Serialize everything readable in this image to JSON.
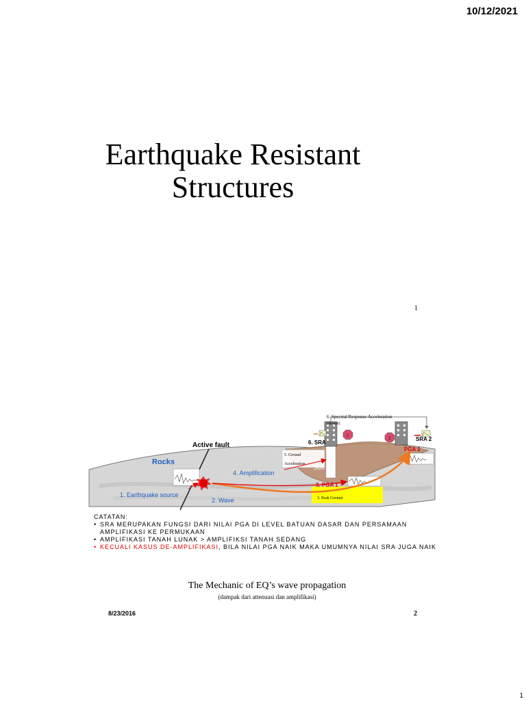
{
  "header": {
    "date": "10/12/2021"
  },
  "slide1": {
    "title_line1": "Earthquake Resistant",
    "title_line2": "Structures",
    "page_number": "1"
  },
  "slide2": {
    "diagram": {
      "labels": {
        "active_fault": "Active fault",
        "rocks": "Rocks",
        "earthquake_source": "1. Earthquake source",
        "wave": "2. Wave",
        "pga1": "3. PGA 1",
        "peak_ground": "3. Peak Ground",
        "amplification": "4. Amplification",
        "ground_accel_1": "5. Ground",
        "ground_accel_2": "Acceleration",
        "soft": "Soft",
        "sra_title_1": "6. Spectral Response Acceleration",
        "sra_title_2": "(desain)",
        "sra6": "6. SRA",
        "sra2": "SRA 2",
        "pga2": "PGA 2",
        "circle1": "1",
        "circle2": "2"
      },
      "colors": {
        "blue_label": "#1f5fbf",
        "red_label": "#e00000",
        "orange_arrow": "#f07820",
        "soft_soil": "#b88a6a",
        "yellow_box": "#ffff00",
        "rock_gray": "#d6d6d6"
      }
    },
    "notes": {
      "heading": "CATATAN:",
      "bullet": "•",
      "item1": "SRA MERUPAKAN FUNGSI DARI NILAI PGA DI LEVEL BATUAN DASAR DAN PERSAMAAN AMPLIFIKASI KE PERMUKAAN",
      "item2": "AMPLIFIKASI TANAH LUNAK > AMPLIFIKSI TANAH SEDANG",
      "item3_red": "KECUALI KASUS DE-AMPLIFIKASI",
      "item3_rest": ", BILA NILAI PGA NAIK MAKA UMUMNYA NILAI SRA JUGA NAIK"
    },
    "caption": "The Mechanic of EQ’s wave propagation",
    "subcaption": "(dampak dari attenuasi dan amplifikasi)",
    "date": "8/23/2016",
    "page_number": "2"
  },
  "footer": {
    "page_corner": "1"
  }
}
